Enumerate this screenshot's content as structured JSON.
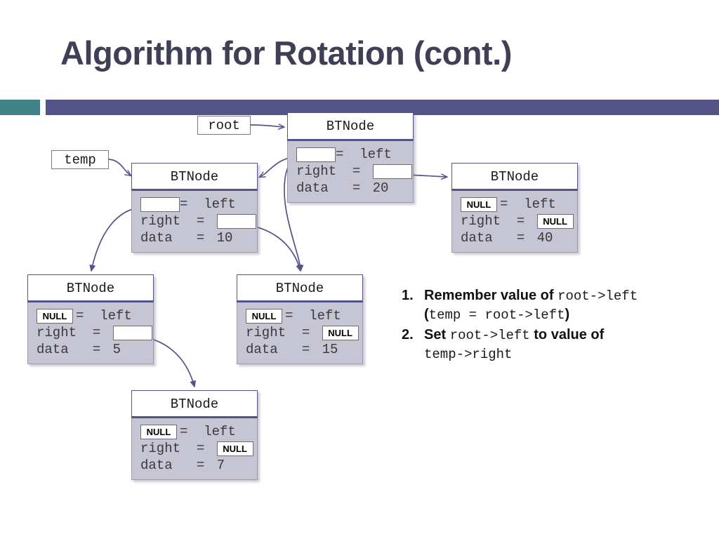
{
  "slide": {
    "title": "Algorithm for Rotation (cont.)",
    "title_color": "#3f3f55",
    "accent_teal": "#408287",
    "accent_purple": "#53538a",
    "node_body_color": "#c5c5d3",
    "arrow_color": "#53538a"
  },
  "pointers": [
    {
      "name": "root-pointer-label",
      "text": "root"
    },
    {
      "name": "temp-pointer-label",
      "text": "temp"
    }
  ],
  "nodes": {
    "root": {
      "header": "BTNode",
      "left_value": "",
      "left_label": "=  left",
      "right_label": "right  =",
      "right_value": "",
      "data_label": "data   =",
      "data_value": "20"
    },
    "temp": {
      "header": "BTNode",
      "left_value": "",
      "left_label": "=  left",
      "right_label": "right  =",
      "right_value": "",
      "data_label": "data   =",
      "data_value": "10"
    },
    "right40": {
      "header": "BTNode",
      "left_value": "NULL",
      "left_label": "=  left",
      "right_label": "right  =",
      "right_value": "NULL",
      "data_label": "data   =",
      "data_value": "40"
    },
    "leaf5": {
      "header": "BTNode",
      "left_value": "NULL",
      "left_label": "=  left",
      "right_label": "right  =",
      "right_value": "",
      "data_label": "data   =",
      "data_value": "5"
    },
    "leaf15": {
      "header": "BTNode",
      "left_value": "NULL",
      "left_label": "=  left",
      "right_label": "right  =",
      "right_value": "NULL",
      "data_label": "data   =",
      "data_value": "15"
    },
    "leaf7": {
      "header": "BTNode",
      "left_value": "NULL",
      "left_label": "=  left",
      "right_label": "right  =",
      "right_value": "NULL",
      "data_label": "data   =",
      "data_value": "7"
    }
  },
  "steps": [
    {
      "number": "1.",
      "text_a": "Remember value of ",
      "code_a": "root->left",
      "text_b": "(",
      "code_b": "temp = root->left",
      "text_c": ")"
    },
    {
      "number": "2.",
      "text_a": "Set ",
      "code_a": "root->left",
      "text_b": " to value of ",
      "code_b": "temp->right",
      "text_c": ""
    }
  ]
}
